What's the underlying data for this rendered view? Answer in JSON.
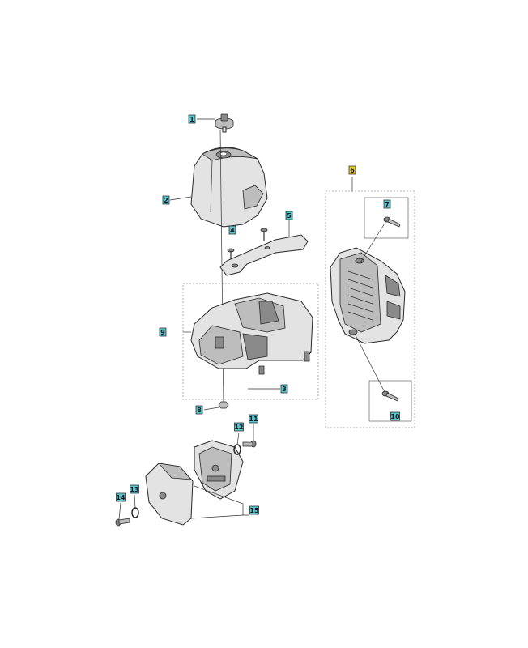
{
  "callouts": [
    {
      "id": "c1",
      "text": "1",
      "color": "#5cc6d0"
    },
    {
      "id": "c2",
      "text": "2",
      "color": "#5cc6d0"
    },
    {
      "id": "c3",
      "text": "3",
      "color": "#5cc6d0"
    },
    {
      "id": "c4",
      "text": "4",
      "color": "#5cc6d0"
    },
    {
      "id": "c5",
      "text": "5",
      "color": "#5cc6d0"
    },
    {
      "id": "c6",
      "text": "6",
      "color": "#f4d21a"
    },
    {
      "id": "c7",
      "text": "7",
      "color": "#5cc6d0"
    },
    {
      "id": "c8",
      "text": "8",
      "color": "#5cc6d0"
    },
    {
      "id": "c9",
      "text": "9",
      "color": "#5cc6d0"
    },
    {
      "id": "c10",
      "text": "10",
      "color": "#5cc6d0"
    },
    {
      "id": "c11",
      "text": "11",
      "color": "#5cc6d0"
    },
    {
      "id": "c12",
      "text": "12",
      "color": "#5cc6d0"
    },
    {
      "id": "c13",
      "text": "13",
      "color": "#5cc6d0"
    },
    {
      "id": "c14",
      "text": "14",
      "color": "#5cc6d0"
    },
    {
      "id": "c15",
      "text": "15",
      "color": "#5cc6d0"
    }
  ]
}
